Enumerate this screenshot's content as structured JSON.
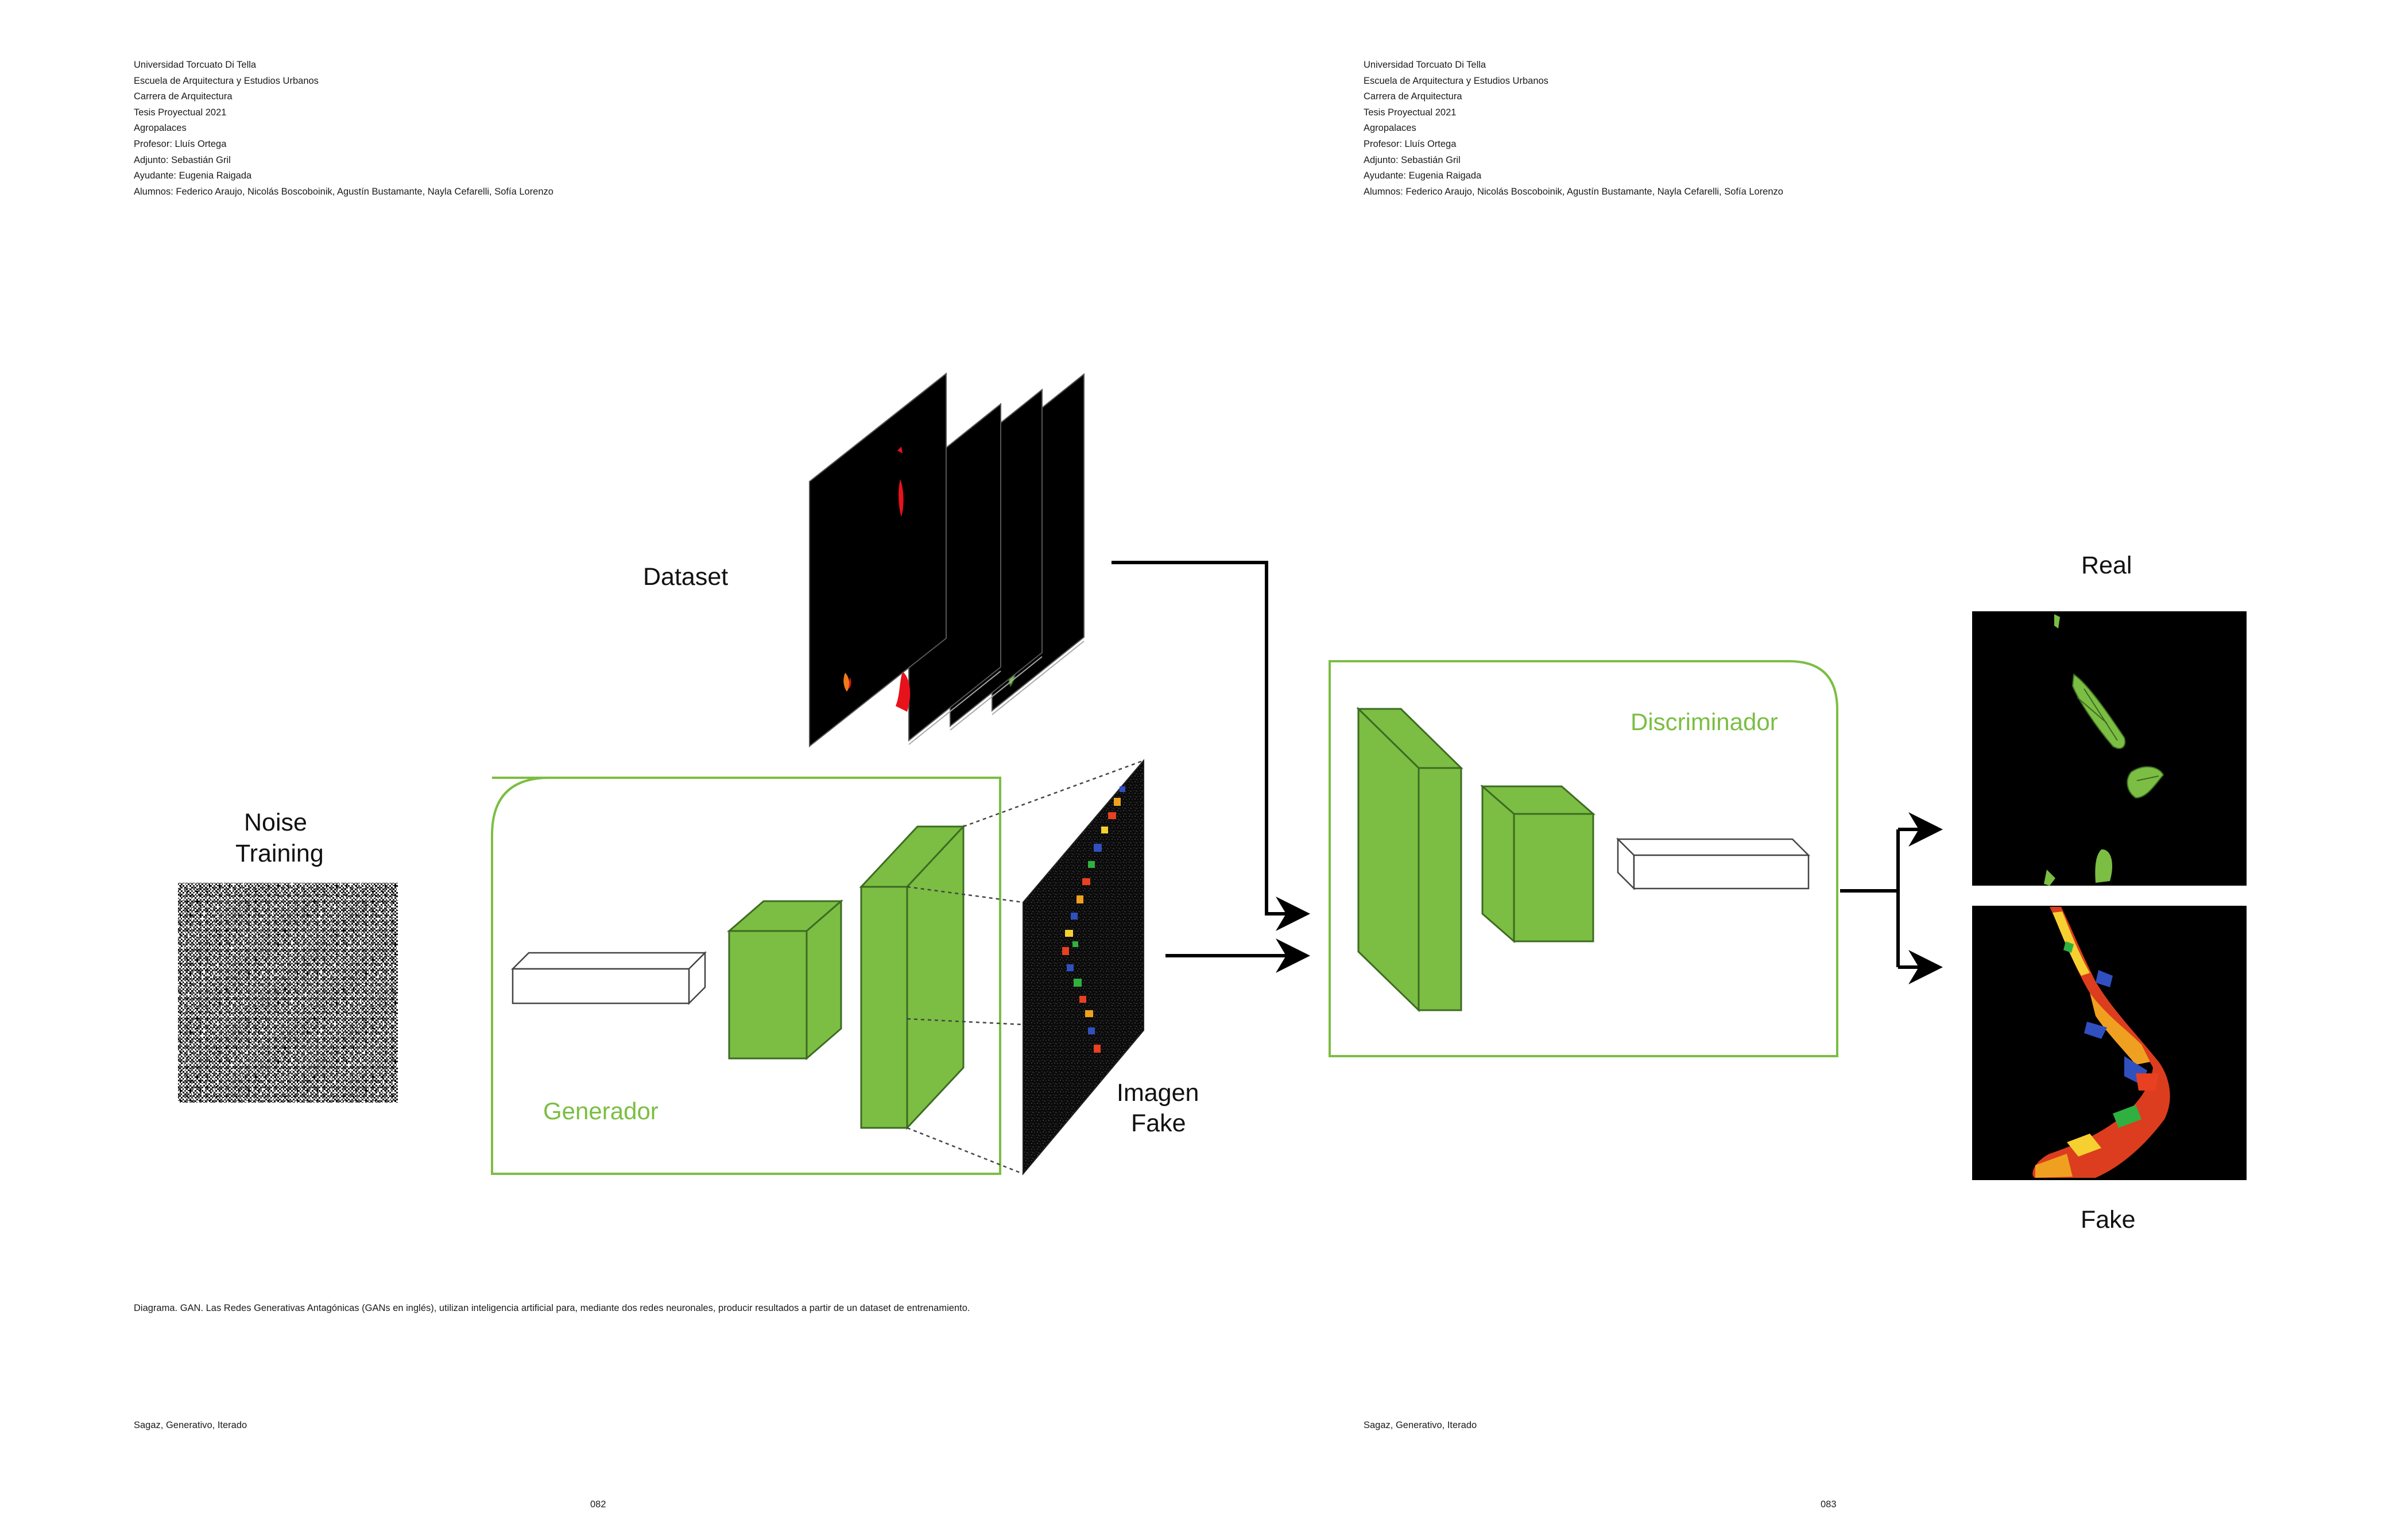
{
  "header": {
    "lines": [
      "Universidad Torcuato Di Tella",
      "Escuela de Arquitectura y Estudios Urbanos",
      "Carrera de Arquitectura",
      "Tesis Proyectual 2021",
      "Agropalaces",
      "Profesor: Lluís Ortega",
      "Adjunto: Sebastián Gril",
      "Ayudante: Eugenia Raigada",
      "Alumnos: Federico Araujo, Nicolás Boscoboinik, Agustín Bustamante, Nayla Cefarelli, Sofía Lorenzo"
    ]
  },
  "diagram": {
    "dataset_label": "Dataset",
    "noise_label_1": "Noise",
    "noise_label_2": "Training",
    "generator_label": "Generador",
    "discriminator_label": "Discriminador",
    "fake_image_label_1": "Imagen",
    "fake_image_label_2": "Fake",
    "real_label": "Real",
    "fake_label": "Fake",
    "colors": {
      "accent_green": "#7bbe43",
      "layer_stroke": "#3d6b22",
      "black": "#000000"
    }
  },
  "caption": "Diagrama. GAN. Las Redes Generativas Antagónicas (GANs en inglés), utilizan inteligencia artificial para, mediante dos redes neuronales, producir resultados a partir de un dataset de entrenamiento.",
  "footer": {
    "left_title": "Sagaz, Generativo, Iterado",
    "right_title": "Sagaz, Generativo, Iterado",
    "left_page": "082",
    "right_page": "083"
  }
}
